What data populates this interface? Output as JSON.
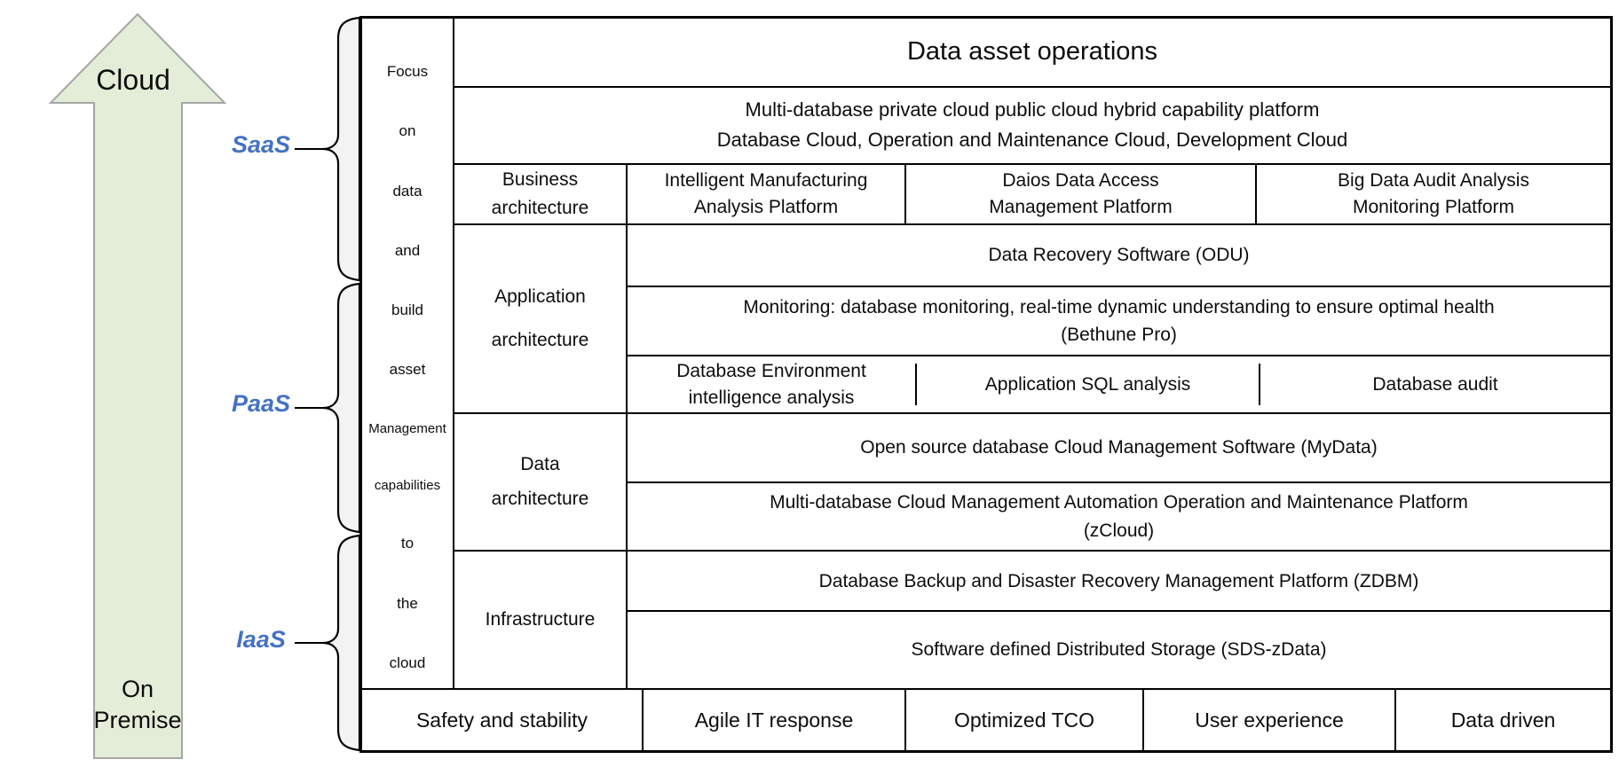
{
  "colors": {
    "accent_blue": "#4472C4",
    "arrow_fill": "#E4EDD8",
    "arrow_stroke": "#A6A6A6",
    "brace_fill": "#F3F3F3",
    "line": "#000000"
  },
  "labels": {
    "cloud": "Cloud",
    "on_premise": "On Premise",
    "saas": "SaaS",
    "paas": "PaaS",
    "iaas": "IaaS"
  },
  "focus_column": [
    "Focus",
    "on",
    "data",
    "and",
    "build",
    "asset",
    "Management",
    "capabilities",
    "to",
    "the",
    "cloud"
  ],
  "table": {
    "header": "Data asset operations",
    "platform": [
      "Multi-database private cloud public cloud hybrid capability platform",
      "Database Cloud, Operation and Maintenance Cloud, Development Cloud"
    ],
    "business": {
      "label": [
        "Business",
        "architecture"
      ],
      "cells": [
        [
          "Intelligent Manufacturing",
          "Analysis Platform"
        ],
        [
          "Daios Data Access",
          "Management Platform"
        ],
        [
          "Big Data Audit Analysis",
          "Monitoring Platform"
        ]
      ]
    },
    "application": {
      "label": [
        "Application",
        "architecture"
      ],
      "odu": "Data Recovery Software (ODU)",
      "bethune": [
        "Monitoring: database monitoring, real-time dynamic understanding to ensure optimal health",
        "(Bethune Pro)"
      ],
      "sub_cells": [
        [
          "Database Environment",
          "intelligence analysis"
        ],
        [
          "Application SQL analysis"
        ],
        [
          "Database audit"
        ]
      ]
    },
    "data_arch": {
      "label": [
        "Data",
        "architecture"
      ],
      "mydata": "Open source database Cloud Management Software (MyData)",
      "zcloud": [
        "Multi-database Cloud Management Automation Operation and Maintenance Platform",
        "(zCloud)"
      ]
    },
    "infrastructure": {
      "label": "Infrastructure",
      "zdbm": "Database Backup and Disaster Recovery Management Platform (ZDBM)",
      "sds": "Software defined Distributed Storage (SDS-zData)"
    },
    "footer": [
      "Safety and stability",
      "Agile IT response",
      "Optimized TCO",
      "User experience",
      "Data driven"
    ]
  }
}
